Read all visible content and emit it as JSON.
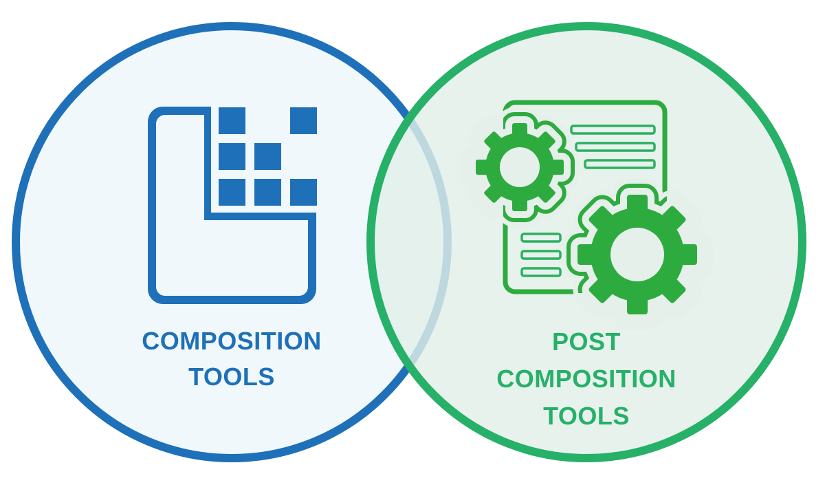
{
  "diagram": {
    "type": "venn",
    "circles": [
      {
        "id": "composition",
        "label_lines": [
          "COMPOSITION",
          "TOOLS"
        ],
        "icon": "grid-pixel-icon",
        "stroke_color": "#1e70b8",
        "fill_color": "#f1f8fc",
        "text_color": "#1e70b8"
      },
      {
        "id": "post-composition",
        "label_lines": [
          "POST",
          "COMPOSITION",
          "TOOLS"
        ],
        "icon": "document-gears-icon",
        "stroke_color": "#26b068",
        "fill_color": "#e5f1ec",
        "text_color": "#26b068",
        "icon_color": "#2eab3e"
      }
    ]
  }
}
